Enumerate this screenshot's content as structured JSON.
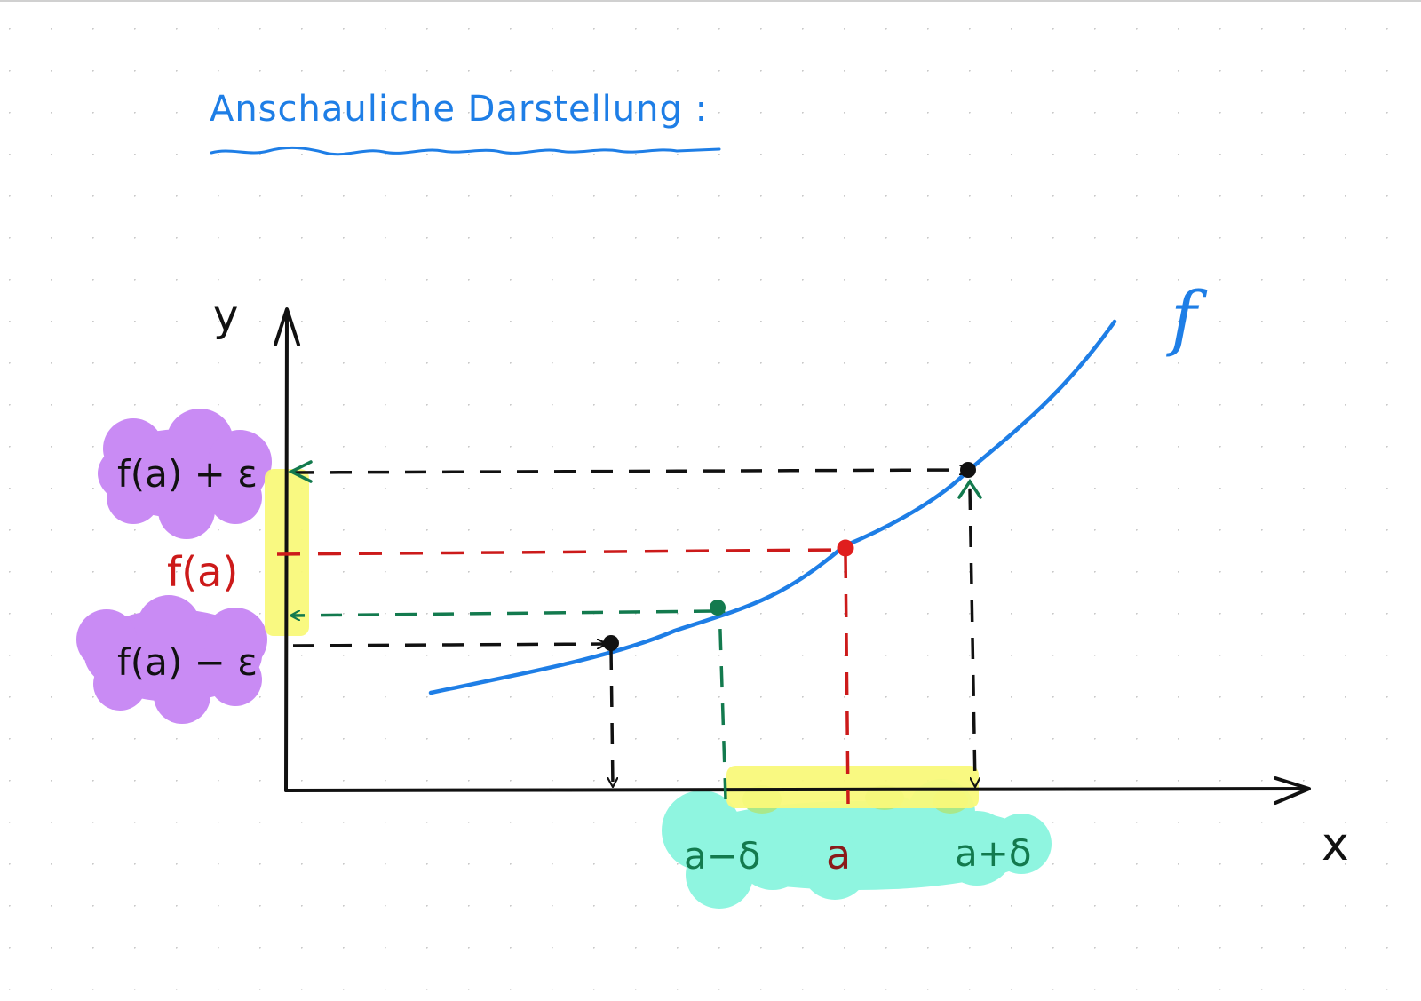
{
  "title": "Anschauliche Darstellung :",
  "axes": {
    "x_label": "x",
    "y_label": "y"
  },
  "function_label": "f",
  "y_labels": {
    "upper": "f(a) + ε",
    "center": "f(a)",
    "lower": "f(a) − ε"
  },
  "x_labels": {
    "left": "a−δ",
    "center": "a",
    "right": "a+δ"
  },
  "colors": {
    "ink": "#111111",
    "curve": "#1e7ee6",
    "red": "#cc1a1a",
    "green": "#137a4e",
    "purple_highlight": "#c98bf4",
    "cyan_highlight": "#8ff5e0",
    "yellow_highlight": "#f9f97a",
    "dots": "#c9c9c9"
  }
}
